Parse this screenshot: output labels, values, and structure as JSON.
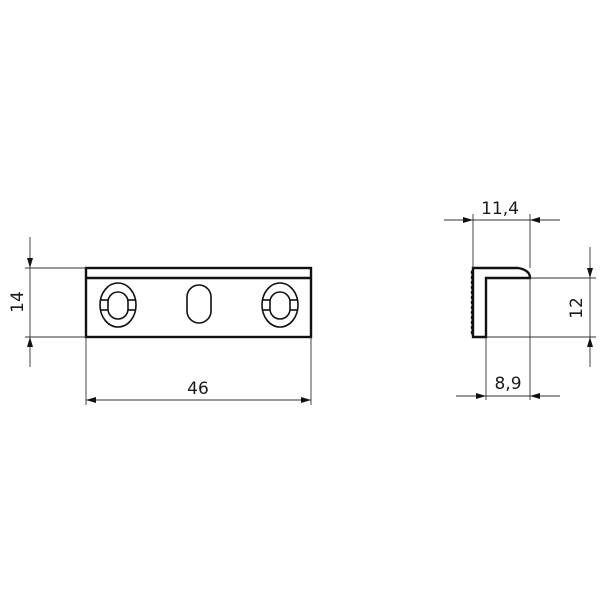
{
  "drawing": {
    "type": "technical-drawing",
    "views": [
      {
        "name": "front-view",
        "dimensions": {
          "height": "14",
          "width": "46"
        },
        "features": [
          "countersunk-slot-left",
          "plain-slot-center",
          "countersunk-slot-right"
        ]
      },
      {
        "name": "side-view",
        "dimensions": {
          "overall_width": "11,4",
          "inner_width": "8,9",
          "height": "12"
        },
        "features": [
          "serrated-edge",
          "rounded-corner"
        ]
      }
    ]
  },
  "labels": {
    "dim_14": "14",
    "dim_46": "46",
    "dim_11_4": "11,4",
    "dim_8_9": "8,9",
    "dim_12": "12"
  },
  "colors": {
    "line": "#111111",
    "background": "#ffffff"
  }
}
